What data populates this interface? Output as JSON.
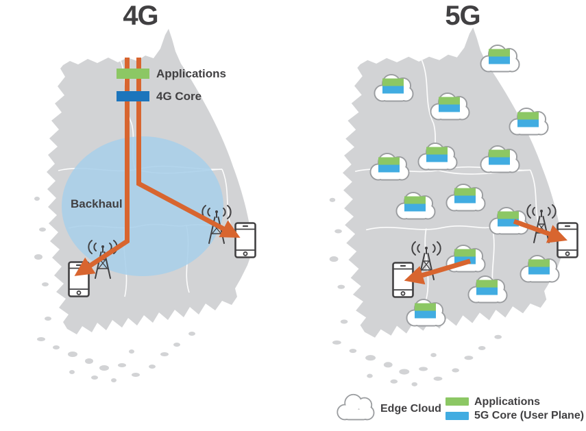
{
  "titles": {
    "left": "4G",
    "right": "5G"
  },
  "left_panel": {
    "applications_label": "Applications",
    "core_label": "4G Core",
    "backhaul_label": "Backhaul"
  },
  "legend": {
    "edge_cloud_label": "Edge Cloud",
    "applications_label": "Applications",
    "core_label": "5G Core (User Plane)"
  },
  "icons": {
    "edge_cloud": "cloud-icon",
    "cell_tower": "cell-tower-icon",
    "smartphone": "smartphone-icon",
    "link": "orange-arrow"
  },
  "colors": {
    "map_gray": "#D2D3D5",
    "applications_green": "#8CC764",
    "core_blue_5g": "#41ACE1",
    "core_blue_4g": "#1C75BC",
    "arrow_orange": "#D8652F",
    "backhaul_blue": "#A9CFE9",
    "text_dark": "#414042",
    "cloud_outline_gray": "#9B9DA0"
  },
  "edge_clouds": {
    "count": 14,
    "positions": [
      [
        698,
        62
      ],
      [
        543,
        105
      ],
      [
        625,
        132
      ],
      [
        740,
        154
      ],
      [
        537,
        220
      ],
      [
        607,
        205
      ],
      [
        698,
        209
      ],
      [
        575,
        277
      ],
      [
        648,
        265
      ],
      [
        711,
        299
      ],
      [
        648,
        354
      ],
      [
        756,
        369
      ],
      [
        680,
        399
      ],
      [
        590,
        433
      ]
    ]
  }
}
